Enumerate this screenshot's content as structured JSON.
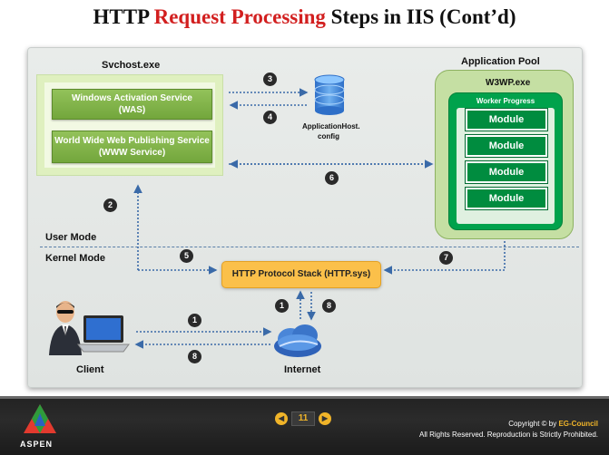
{
  "title": {
    "part1": "HTTP ",
    "highlight": "Request Processing",
    "part2": " Steps in IIS  (Cont’d)"
  },
  "diagram": {
    "svchost_label": "Svchost.exe",
    "was_line1": "Windows Activation Service",
    "was_line2": "(WAS)",
    "www_line1": "World Wide Web Publishing Service",
    "www_line2": "(WWW Service)",
    "config_line1": "ApplicationHost.",
    "config_line2": "config",
    "app_pool_label": "Application Pool",
    "w3wp_label": "W3WP.exe",
    "worker_label": "Worker Progress",
    "modules": [
      "Module",
      "Module",
      "Module",
      "Module"
    ],
    "user_mode": "User Mode",
    "kernel_mode": "Kernel Mode",
    "http_stack": "HTTP  Protocol Stack (HTTP.sys)",
    "client_label": "Client",
    "internet_label": "Internet",
    "steps": [
      "1",
      "2",
      "3",
      "4",
      "5",
      "6",
      "7",
      "8"
    ]
  },
  "footer": {
    "logo_text": "ASPEN",
    "page_number": "11",
    "copyright_prefix": "Copyright © by ",
    "copyright_org": "EG-Council",
    "rights": "All Rights Reserved. Reproduction is Strictly Prohibited."
  },
  "colors": {
    "accent_red": "#d21f1f",
    "was_green": "#73a63c",
    "module_green": "#008c3f",
    "http_orange": "#fbc04a",
    "arrow_blue": "#3a6aa8"
  }
}
